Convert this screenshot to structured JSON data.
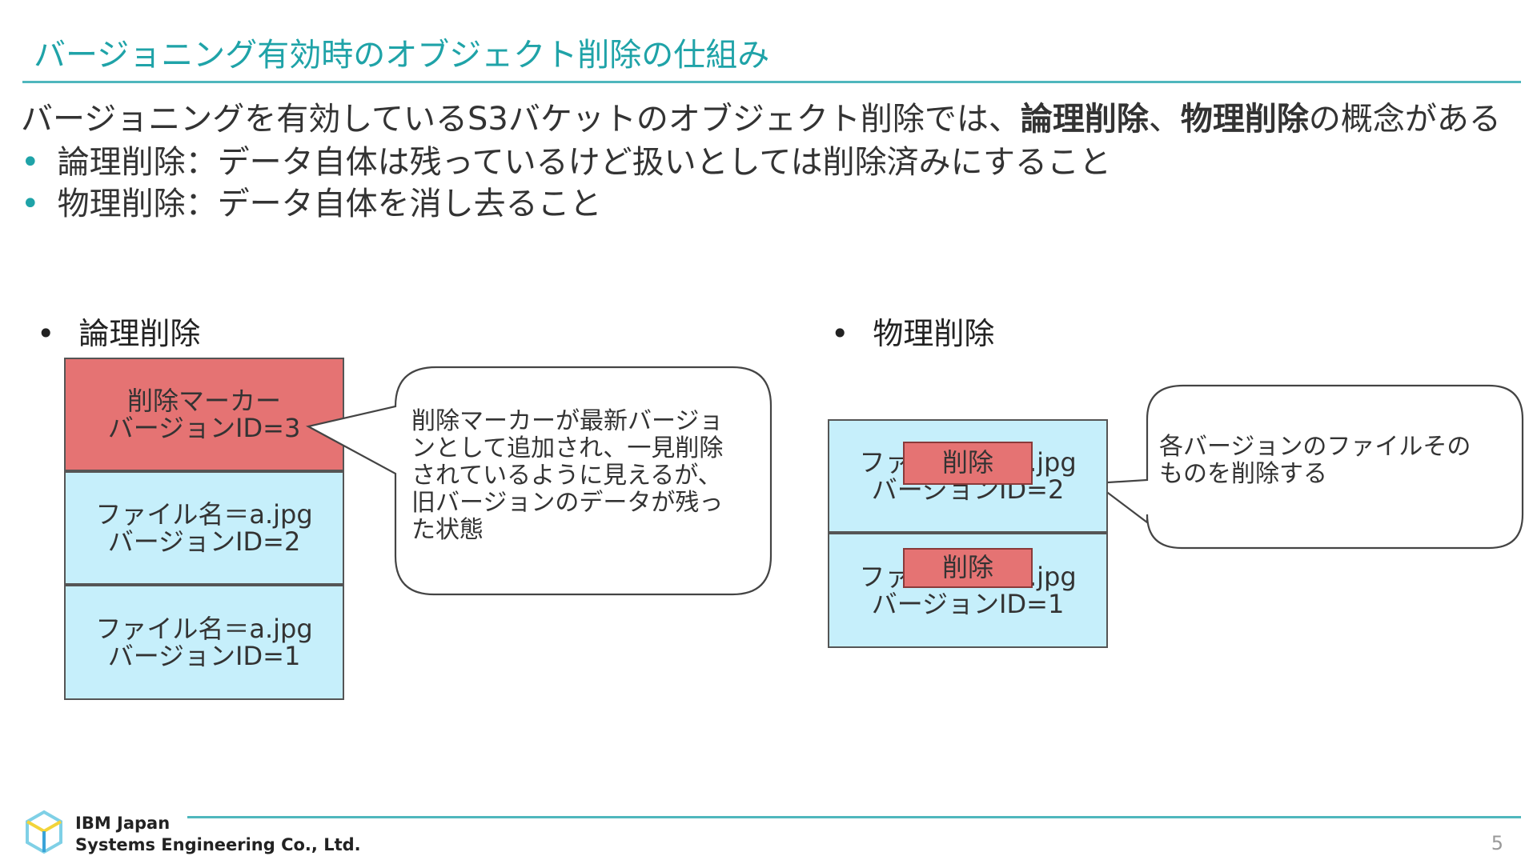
{
  "title": "バージョニング有効時のオブジェクト削除の仕組み",
  "intro": {
    "prefix": "バージョニングを有効しているS3バケットのオブジェクト削除では、",
    "term1": "論理削除",
    "sep": "、",
    "term2": "物理削除",
    "suffix": "の概念がある"
  },
  "bullets": [
    "論理削除：データ自体は残っているけど扱いとしては削除済みにすること",
    "物理削除：データ自体を消し去ること"
  ],
  "logical": {
    "heading": "論理削除",
    "marker": {
      "line1": "削除マーカー",
      "line2": "バージョンID=3"
    },
    "v2": {
      "line1": "ファイル名＝a.jpg",
      "line2": "バージョンID=2"
    },
    "v1": {
      "line1": "ファイル名＝a.jpg",
      "line2": "バージョンID=1"
    },
    "callout": [
      "削除マーカーが最新バージョ",
      "ンとして追加され、一見削除",
      "されているように見えるが、",
      "旧バージョンのデータが残っ",
      "た状態"
    ]
  },
  "physical": {
    "heading": "物理削除",
    "v2": {
      "line1": "ファイル名＝a.jpg",
      "line2": "バージョンID=2"
    },
    "v1": {
      "line1": "ファイル名＝a.jpg",
      "line2": "バージョンID=1"
    },
    "delete_label": "削除",
    "callout": [
      "各バージョンのファイルその",
      "ものを削除する"
    ]
  },
  "footer": {
    "company_line1": "IBM Japan",
    "company_line2": "Systems Engineering Co., Ltd.",
    "page_number": "5"
  },
  "colors": {
    "accent": "#1fa3a8",
    "version_box": "#c6effb",
    "delete_marker": "#e57373"
  }
}
